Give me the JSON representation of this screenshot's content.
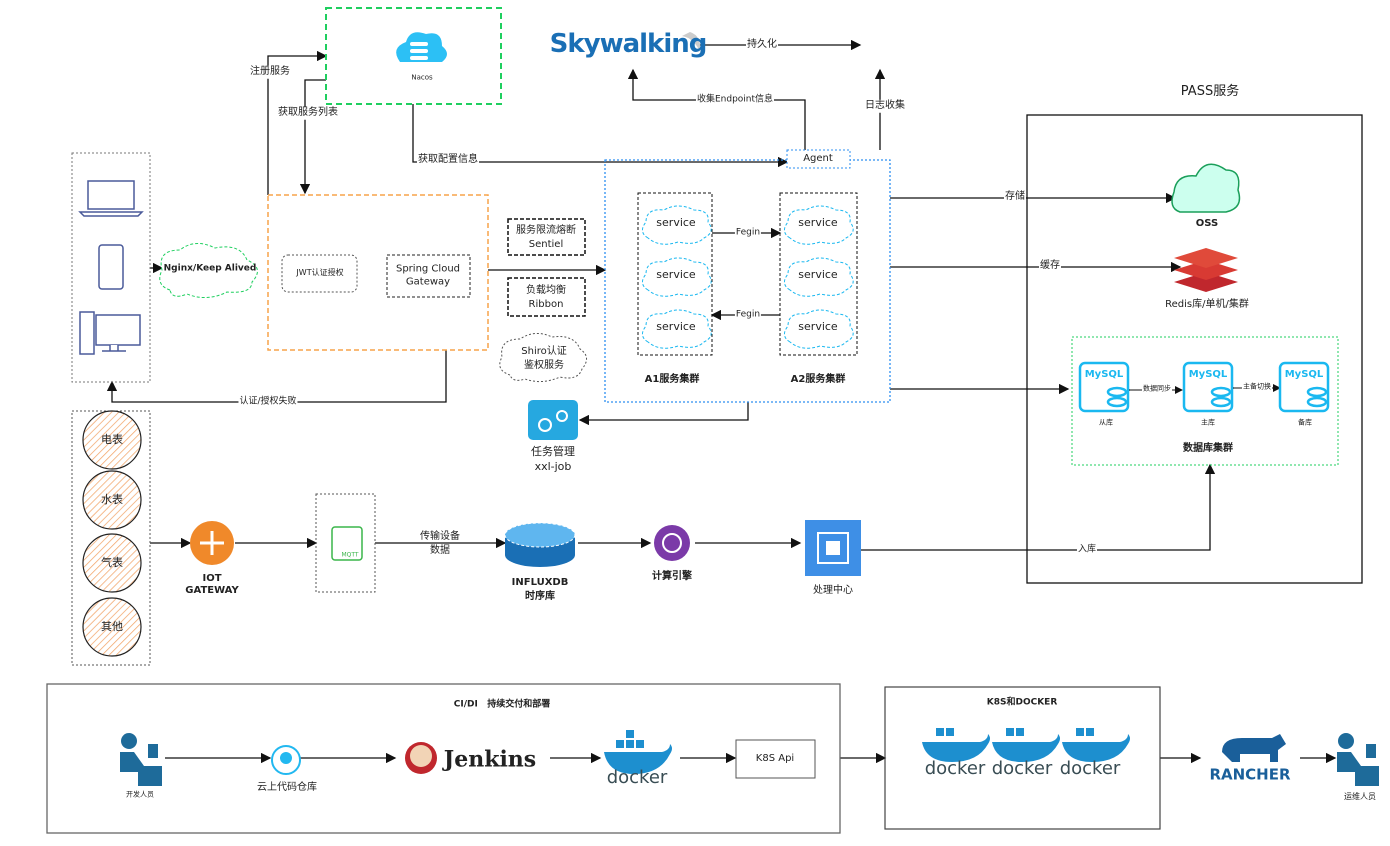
{
  "nacos": {
    "label": "Nacos"
  },
  "skywalking": {
    "logo": "Skywalking",
    "persist": "持久化",
    "collect_endpoint": "收集Endpoint信息",
    "log_collect": "日志收集",
    "agent": "Agent"
  },
  "registry": {
    "register": "注册服务",
    "get_list": "获取服务列表",
    "get_config": "获取配置信息"
  },
  "clients": {
    "icons": [
      "laptop-icon",
      "phone-icon",
      "desktop-icon"
    ]
  },
  "nginx": {
    "label": "Nginx/Keep Alived"
  },
  "gateway": {
    "jwt": "JWT认证授权",
    "spring": "Spring Cloud Gateway",
    "auth_fail": "认证/授权失败"
  },
  "middleware": {
    "sentinel_1": "服务限流熔断",
    "sentinel_2": "Sentiel",
    "ribbon_1": "负载均衡",
    "ribbon_2": "Ribbon",
    "shiro_1": "Shiro认证",
    "shiro_2": "鉴权服务"
  },
  "cluster": {
    "service": "service",
    "fegin": "Fegin",
    "a1": "A1服务集群",
    "a2": "A2服务集群"
  },
  "xxljob": {
    "line1": "任务管理",
    "line2": "xxl-job"
  },
  "pass": {
    "title": "PASS服务",
    "store": "存储",
    "cache": "缓存",
    "oss": "OSS",
    "redis": "Redis库/单机/集群",
    "db_in": "入库"
  },
  "db": {
    "mysql": "MySQL",
    "slave": "从库",
    "master": "主库",
    "backup": "备库",
    "sync": "数据同步",
    "switch": "主备切换",
    "title": "数据库集群"
  },
  "meters": [
    "电表",
    "水表",
    "气表",
    "其他"
  ],
  "iot": {
    "gateway_1": "IOT",
    "gateway_2": "GATEWAY",
    "mqtt": "MQTT",
    "transfer_1": "传输设备",
    "transfer_2": "数据",
    "influx_1": "INFLUXDB",
    "influx_2": "时序库",
    "compute": "计算引擎",
    "process": "处理中心"
  },
  "cicd": {
    "title": "CI/DI   持续交付和部署",
    "dev": "开发人员",
    "repo": "云上代码仓库",
    "jenkins": "Jenkins",
    "docker": "docker",
    "k8s_api": "K8S Api"
  },
  "k8s": {
    "title": "K8S和DOCKER",
    "docker": "docker",
    "rancher": "RANCHER",
    "ops": "运维人员"
  },
  "colors": {
    "green": "#1fcf5f",
    "orange": "#f7a44a",
    "blue": "#2d8ff0",
    "cyan": "#1ab8f0",
    "red": "#c0272d"
  }
}
